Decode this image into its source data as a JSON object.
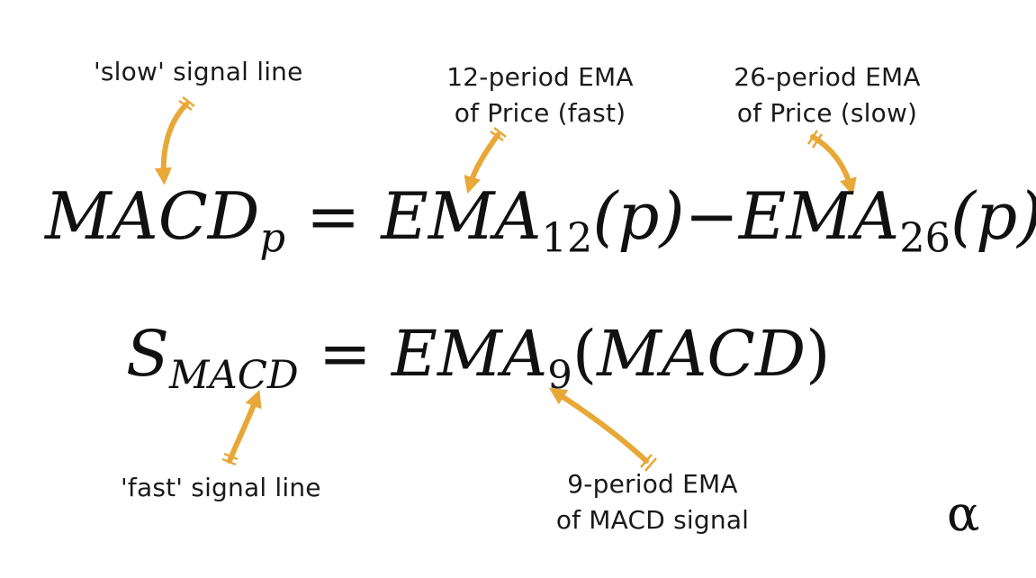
{
  "annotations": {
    "slow_signal": "'slow' signal line",
    "ema12_line1": "12-period EMA",
    "ema12_line2": "of Price (fast)",
    "ema26_line1": "26-period EMA",
    "ema26_line2": "of Price (slow)",
    "fast_signal": "'fast' signal line",
    "ema9_line1": "9-period EMA",
    "ema9_line2": "of MACD signal"
  },
  "equations": {
    "macd": {
      "lhs": "MACD",
      "lhs_sub": "p",
      "equals": "=",
      "t1": "EMA",
      "t1_sub": "12",
      "t1_arg": "(p)",
      "minus": "−",
      "t2": "EMA",
      "t2_sub": "26",
      "t2_arg": "(p)"
    },
    "signal": {
      "lhs": "S",
      "lhs_sub": "MACD",
      "equals": "=",
      "t1": "EMA",
      "t1_sub": "9",
      "t1_arg_open": "(",
      "t1_arg": "MACD",
      "t1_arg_close": ")"
    }
  },
  "logo": "α",
  "colors": {
    "arrow": "#E8A838",
    "text": "#1a1a1a"
  }
}
